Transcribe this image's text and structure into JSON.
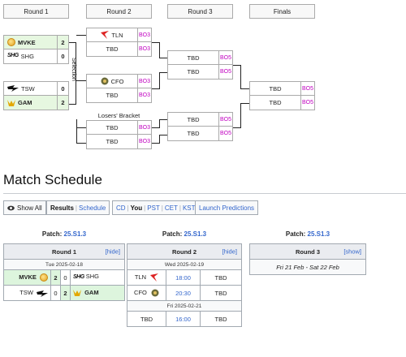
{
  "bracket": {
    "round_headers": [
      "Round 1",
      "Round 2",
      "Round 3",
      "Finals"
    ],
    "selection_label": "Selection",
    "losers_label": "Losers' Bracket",
    "r1": [
      {
        "top": {
          "name": "MVKE",
          "icon": "mvke-icon",
          "score": "2",
          "win": true
        },
        "bottom": {
          "name": "SHG",
          "icon": "shg-icon",
          "score": "0",
          "win": false
        }
      },
      {
        "top": {
          "name": "TSW",
          "icon": "tsw-icon",
          "score": "0",
          "win": false
        },
        "bottom": {
          "name": "GAM",
          "icon": "gam-icon",
          "score": "2",
          "win": true
        }
      }
    ],
    "r2": [
      {
        "top": "TLN",
        "bottom": "TBD",
        "bo": "BO3"
      },
      {
        "top": "CFO",
        "bottom": "TBD",
        "bo": "BO3"
      },
      {
        "top": "TBD",
        "bottom": "TBD",
        "bo": "BO3"
      }
    ],
    "r3": [
      {
        "top": "TBD",
        "bottom": "TBD",
        "bo": "BO5"
      },
      {
        "top": "TBD",
        "bottom": "TBD",
        "bo": "BO5"
      }
    ],
    "finals": {
      "top": "TBD",
      "bottom": "TBD",
      "bo": "BO5"
    }
  },
  "schedule": {
    "title": "Match Schedule",
    "toolbar": {
      "show_all": "Show All",
      "results": "Results",
      "schedule": "Schedule",
      "tz": [
        "CD",
        "You",
        "PST",
        "CET",
        "KST"
      ],
      "launch": "Launch Predictions"
    },
    "patch_label": "Patch:",
    "patch_value": "25.S1.3",
    "round1": {
      "title": "Round 1",
      "toggle": "[hide]",
      "date": "Tue 2025-02-18",
      "matches": [
        {
          "left": "MVKE",
          "ls": "2",
          "rs": "0",
          "right": "SHG",
          "winner": "left"
        },
        {
          "left": "TSW",
          "ls": "0",
          "rs": "2",
          "right": "GAM",
          "winner": "right"
        }
      ]
    },
    "round2": {
      "title": "Round 2",
      "toggle": "[hide]",
      "date1": "Wed 2025-02-19",
      "matches1": [
        {
          "left": "TLN",
          "time": "18:00",
          "right": "TBD"
        },
        {
          "left": "CFO",
          "time": "20:30",
          "right": "TBD"
        }
      ],
      "date2": "Fri 2025-02-21",
      "matches2": [
        {
          "left": "TBD",
          "time": "16:00",
          "right": "TBD"
        }
      ]
    },
    "round3": {
      "title": "Round 3",
      "toggle": "[show]",
      "range": "Fri 21 Feb - Sat 22 Feb"
    }
  }
}
